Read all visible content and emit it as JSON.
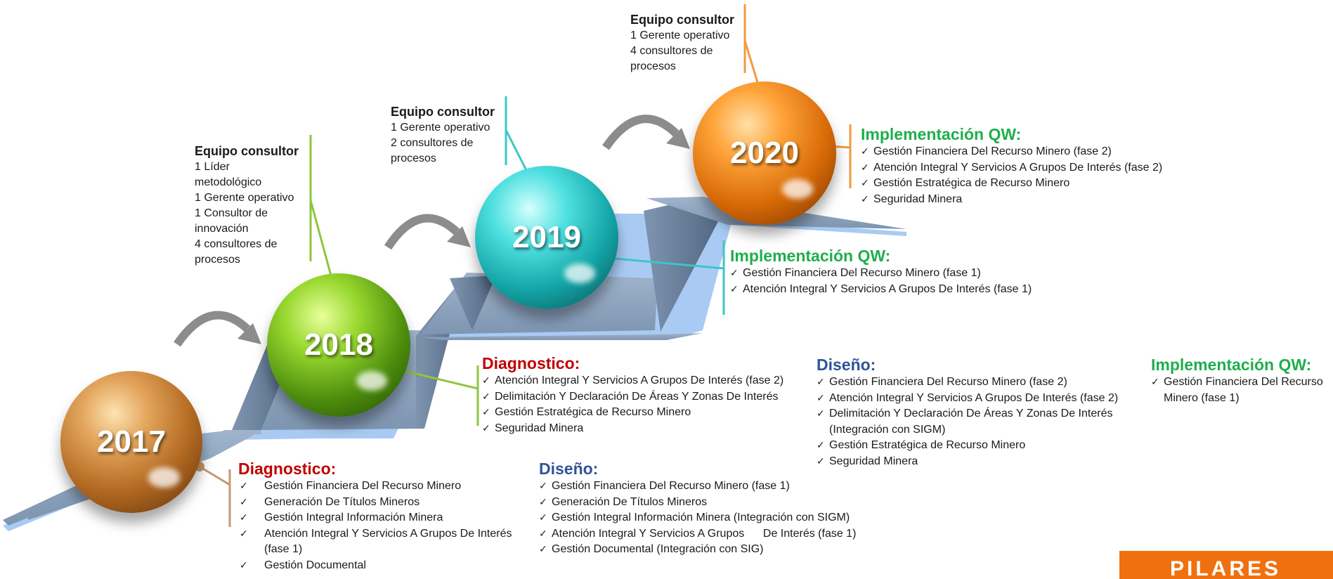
{
  "colors": {
    "stair_top": "#8ea4c0",
    "stair_riser": "#5b7490",
    "stair_highlight": "#a9cbf3",
    "arrow": "#8c8c8c",
    "connector_2017": "#c49a6c",
    "connector_2018": "#8dc63f",
    "connector_2019": "#3cc6c8",
    "connector_2020": "#f39a3c",
    "diagnostico": "#c00000",
    "diseno": "#2f5597",
    "implementacion": "#1fae4c",
    "corner_tab": "#f07010"
  },
  "years": [
    "2017",
    "2018",
    "2019",
    "2020"
  ],
  "icons": [
    "curved-arrow-icon",
    "checkmark-icon"
  ],
  "team_2018": {
    "title": "Equipo consultor",
    "lines": [
      "1 Líder",
      "metodológico",
      "1 Gerente operativo",
      "1 Consultor de",
      "innovación",
      "4 consultores de",
      "procesos"
    ]
  },
  "team_2019": {
    "title": "Equipo consultor",
    "lines": [
      "1 Gerente operativo",
      "2 consultores de",
      "procesos"
    ]
  },
  "team_2020": {
    "title": "Equipo consultor",
    "lines": [
      "1 Gerente operativo",
      "4 consultores de",
      "procesos"
    ]
  },
  "diag_2017": {
    "header": "Diagnostico:",
    "items": [
      "Gestión Financiera Del Recurso Minero",
      "Generación De Títulos Mineros",
      "Gestión Integral Información Minera",
      "Atención Integral Y Servicios A Grupos De Interés (fase 1)",
      "Gestión Documental"
    ]
  },
  "diseno_2017": {
    "header": "Diseño:",
    "items": [
      "Gestión Financiera Del Recurso Minero (fase 1)",
      "Generación De Títulos Mineros",
      "Gestión Integral Información Minera (Integración con SIGM)",
      "Atención Integral Y Servicios A Grupos      De Interés (fase 1)",
      "Gestión Documental (Integración con SIG)"
    ]
  },
  "diag_2018": {
    "header": "Diagnostico:",
    "items": [
      "Atención Integral Y Servicios A Grupos De Interés (fase 2)",
      "Delimitación Y Declaración De Áreas Y Zonas De Interés",
      "Gestión Estratégica de Recurso Minero",
      "Seguridad Minera"
    ]
  },
  "diseno_2018": {
    "header": "Diseño:",
    "items": [
      "Gestión Financiera Del Recurso Minero (fase 2)",
      "Atención Integral Y Servicios A Grupos De Interés (fase 2)",
      "Delimitación Y Declaración De Áreas Y Zonas De Interés (Integración con SIGM)",
      "Gestión Estratégica de Recurso Minero",
      "Seguridad Minera"
    ]
  },
  "impl_2018": {
    "header": "Implementación QW:",
    "items": [
      "Gestión Financiera Del Recurso Minero (fase 1)"
    ]
  },
  "impl_2019": {
    "header": "Implementación QW:",
    "items": [
      "Gestión Financiera Del Recurso Minero (fase 1)",
      "Atención Integral Y Servicios A Grupos De Interés (fase 1)"
    ]
  },
  "impl_2020": {
    "header": "Implementación QW:",
    "items": [
      "Gestión Financiera Del Recurso Minero (fase 2)",
      "Atención Integral Y Servicios A Grupos De Interés (fase 2)",
      "Gestión Estratégica de Recurso Minero",
      "Seguridad Minera"
    ]
  },
  "corner_tab": {
    "label": "PILARES"
  }
}
